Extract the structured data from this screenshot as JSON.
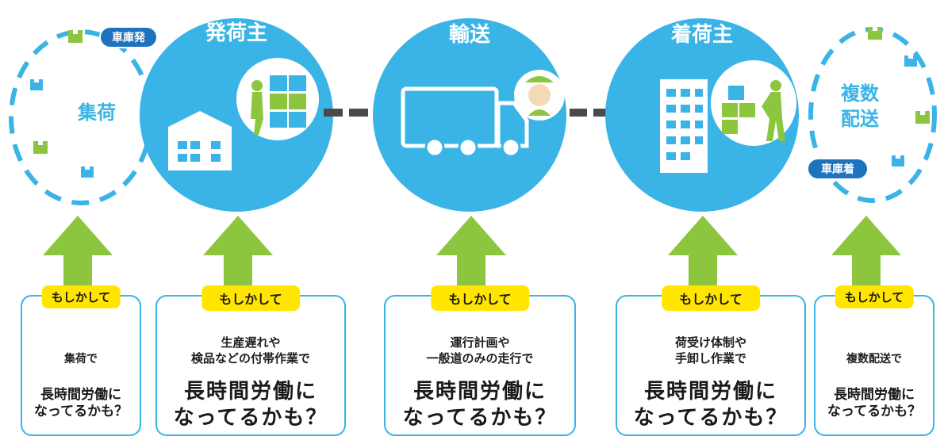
{
  "stages": [
    {
      "id": "collect",
      "label": "集荷",
      "badge": "車庫発"
    },
    {
      "id": "shipper",
      "label": "発荷主"
    },
    {
      "id": "transport",
      "label": "輸送"
    },
    {
      "id": "consignee",
      "label": "着荷主"
    },
    {
      "id": "multi",
      "label": "複数配送",
      "label_lines": [
        "複数",
        "配送"
      ],
      "badge": "車庫着"
    }
  ],
  "cards": [
    {
      "id": "collect",
      "tag": "もしかして",
      "condition_lines": [
        "集荷で"
      ],
      "result_lines": [
        "長時間労働に",
        "なってるかも？"
      ]
    },
    {
      "id": "shipper",
      "tag": "もしかして",
      "condition_lines": [
        "生産遅れや",
        "検品などの付帯作業で"
      ],
      "result_lines": [
        "長時間労働に",
        "なってるかも？"
      ]
    },
    {
      "id": "transport",
      "tag": "もしかして",
      "condition_lines": [
        "運行計画や",
        "一般道のみの走行で"
      ],
      "result_lines": [
        "長時間労働に",
        "なってるかも？"
      ]
    },
    {
      "id": "consignee",
      "tag": "もしかして",
      "condition_lines": [
        "荷受け体制や",
        "手卸し作業で"
      ],
      "result_lines": [
        "長時間労働に",
        "なってるかも？"
      ]
    },
    {
      "id": "multi",
      "tag": "もしかして",
      "condition_lines": [
        "複数配送で"
      ],
      "result_lines": [
        "長時間労働に",
        "なってるかも？"
      ]
    }
  ],
  "colors": {
    "blue": "#3ab4e6",
    "green": "#8cc63f",
    "yellow": "#ffe500",
    "dark_arrow": "#4a4a4a",
    "badge_blue": "#1e73be"
  },
  "icons": [
    "box-icon",
    "truck-icon",
    "driver-icon",
    "warehouse-icon",
    "building-icon",
    "worker-icon",
    "up-arrow-icon"
  ]
}
